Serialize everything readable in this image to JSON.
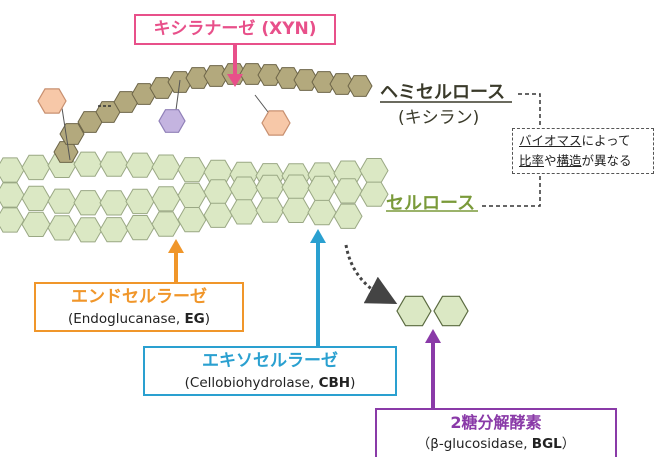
{
  "xyn": {
    "label": "キシラナーゼ (XYN)",
    "color": "#e8508a"
  },
  "hemicellulose": {
    "label": "ヘミセルロース",
    "sublabel": "(キシラン)",
    "color": "#3a3a2a"
  },
  "cellulose": {
    "label": "セルロース",
    "color": "#7a9a3a"
  },
  "biomass_note": {
    "line1_part1": "バイオマス",
    "line1_part2": "によって",
    "line2_part1": "比率",
    "line2_part2": "や",
    "line2_part3": "構造",
    "line2_part4": "が異なる"
  },
  "eg": {
    "name": "エンドセルラーゼ",
    "detail_prefix": "(Endoglucanase, ",
    "detail_bold": "EG",
    "detail_suffix": ")",
    "color": "#f0962a"
  },
  "cbh": {
    "name": "エキソセルラーゼ",
    "detail_prefix": "(Cellobiohydrolase, ",
    "detail_bold": "CBH",
    "detail_suffix": ")",
    "color": "#2aa0d0"
  },
  "bgl": {
    "name": "2糖分解酵素",
    "detail_prefix": "（β-glucosidase, ",
    "detail_bold": "BGL",
    "detail_suffix": "）",
    "color": "#8a3aa8"
  },
  "colors": {
    "cellulose_fill": "#dbe8c4",
    "cellulose_stroke": "#9aa884",
    "xylan_fill": "#b3a97d",
    "xylan_stroke": "#6d6548",
    "orange_branch": "#f7c8a8",
    "purple_branch": "#c4b4e0"
  }
}
